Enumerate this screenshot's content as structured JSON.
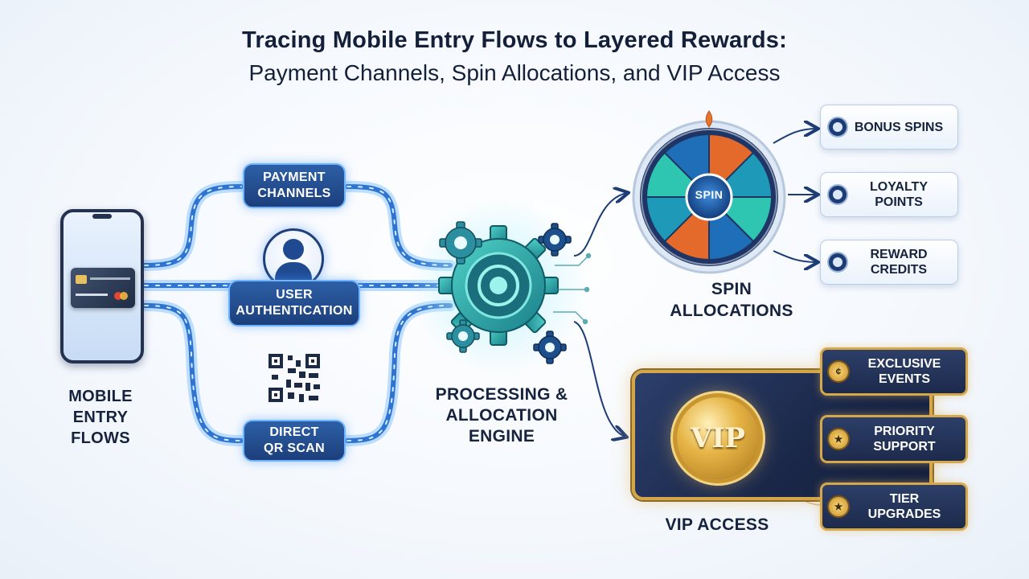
{
  "title": {
    "line1": "Tracing Mobile Entry Flows to Layered Rewards:",
    "line2": "Payment Channels, Spin Allocations, and VIP Access"
  },
  "entry": {
    "caption": "MOBILE\nENTRY\nFLOWS",
    "channels": [
      {
        "id": "payment",
        "label": "PAYMENT\nCHANNELS"
      },
      {
        "id": "auth",
        "label": "USER\nAUTHENTICATION"
      },
      {
        "id": "qr",
        "label": "DIRECT\nQR SCAN"
      }
    ]
  },
  "engine": {
    "caption": "PROCESSING &\nALLOCATION\nENGINE"
  },
  "spin": {
    "wheel_label": "SPIN",
    "caption": "SPIN\nALLOCATIONS",
    "rewards": [
      {
        "label": "BONUS SPINS",
        "icon": "target-icon"
      },
      {
        "label": "LOYALTY\nPOINTS",
        "icon": "gear-icon"
      },
      {
        "label": "REWARD\nCREDITS",
        "icon": "gear-icon"
      }
    ],
    "segment_colors": [
      "#e46a2c",
      "#1e9ab8",
      "#2ec6b0",
      "#1e6fb8",
      "#e46a2c",
      "#1e9ab8",
      "#2ec6b0",
      "#1e6fb8"
    ]
  },
  "vip": {
    "badge_label": "VIP",
    "caption": "VIP ACCESS",
    "benefits": [
      {
        "label": "EXCLUSIVE\nEVENTS",
        "icon": "coin-icon"
      },
      {
        "label": "PRIORITY\nSUPPORT",
        "icon": "star-icon"
      },
      {
        "label": "TIER\nUPGRADES",
        "icon": "star-icon"
      }
    ]
  },
  "colors": {
    "flow_blue": "#2f74d0",
    "flow_glow": "#8cc6ff",
    "gold": "#d4a64a",
    "engine_teal": "#2aa9a2",
    "navy": "#1a2748"
  }
}
